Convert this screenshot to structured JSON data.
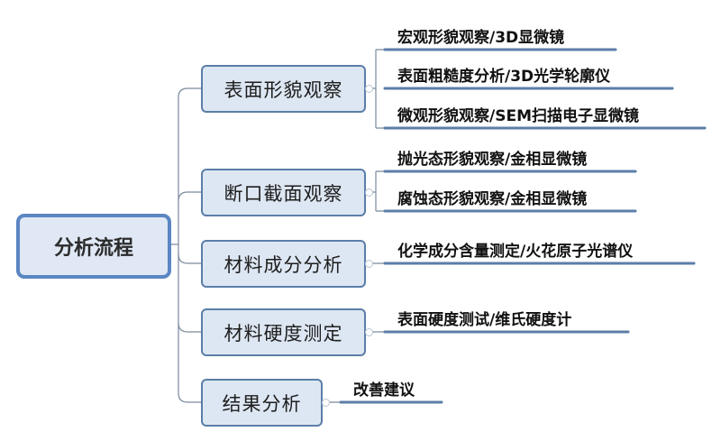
{
  "root": {
    "label": "分析流程"
  },
  "branches": [
    {
      "label": "表面形貌观察",
      "leaves": [
        "宏观形貌观察/3D显微镜",
        "表面粗糙度分析/3D光学轮廓仪",
        "微观形貌观察/SEM扫描电子显微镜"
      ]
    },
    {
      "label": "断口截面观察",
      "leaves": [
        "抛光态形貌观察/金相显微镜",
        "腐蚀态形貌观察/金相显微镜"
      ]
    },
    {
      "label": "材料成分分析",
      "leaves": [
        "化学成分含量测定/火花原子光谱仪"
      ]
    },
    {
      "label": "材料硬度测定",
      "leaves": [
        "表面硬度测试/维氏硬度计"
      ]
    },
    {
      "label": "结果分析",
      "leaves": [
        "改善建议"
      ]
    }
  ],
  "colors": {
    "root_border": "#5b86c2",
    "node_fill": "#dde7f3",
    "leaf_line": "#5b7ea8"
  }
}
